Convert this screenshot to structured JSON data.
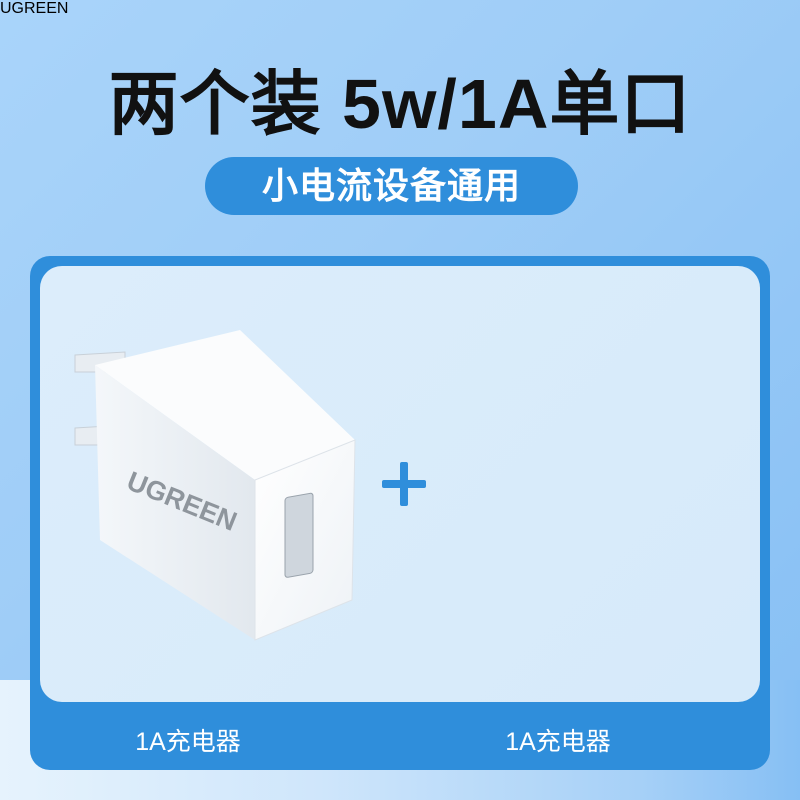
{
  "header": {
    "title": "两个装 5w/1A单口",
    "subtitle": "小电流设备通用"
  },
  "products": [
    {
      "brand": "UGREEN",
      "label": "1A充电器"
    },
    {
      "brand": "UGREEN",
      "label": "1A充电器"
    }
  ],
  "colors": {
    "accent": "#2f8edb",
    "panel": "#d8ebfa"
  }
}
